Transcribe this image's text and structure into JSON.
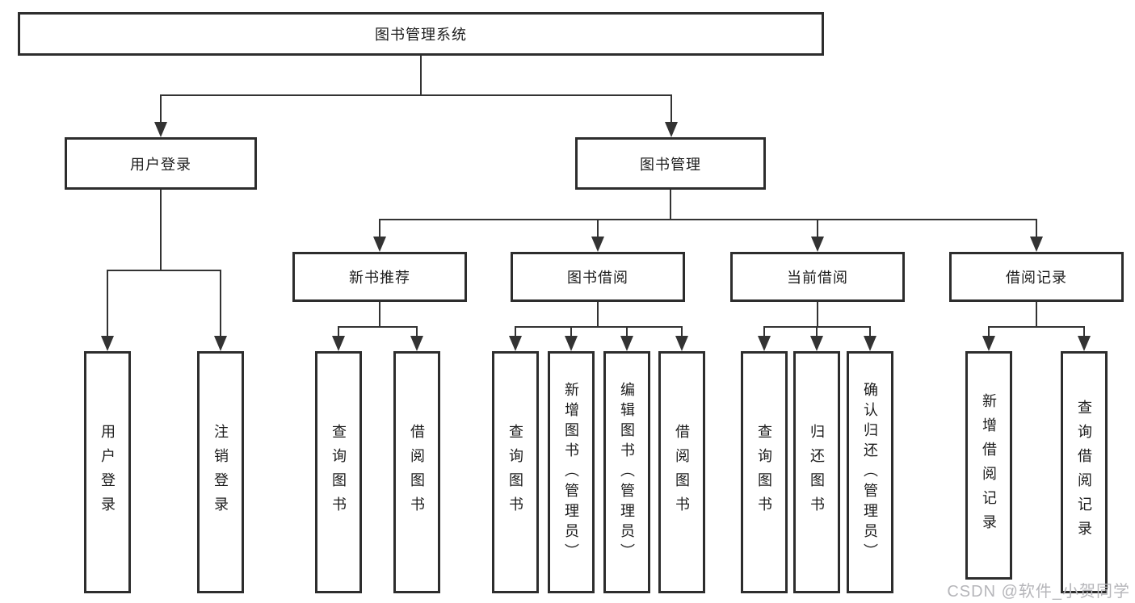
{
  "diagram": {
    "root": {
      "label": "图书管理系统"
    },
    "level2": [
      {
        "label": "用户登录"
      },
      {
        "label": "图书管理"
      }
    ],
    "level3": [
      {
        "label": "新书推荐"
      },
      {
        "label": "图书借阅"
      },
      {
        "label": "当前借阅"
      },
      {
        "label": "借阅记录"
      }
    ],
    "leaves": {
      "user_login": [
        {
          "label": "用户登录"
        },
        {
          "label": "注销登录"
        }
      ],
      "new_books": [
        {
          "label": "查询图书"
        },
        {
          "label": "借阅图书"
        }
      ],
      "book_borrowing": [
        {
          "label": "查询图书"
        },
        {
          "label": "新增图书（管理员）"
        },
        {
          "label": "编辑图书（管理员）"
        },
        {
          "label": "借阅图书"
        }
      ],
      "current_borrowing": [
        {
          "label": "查询图书"
        },
        {
          "label": "归还图书"
        },
        {
          "label": "确认归还（管理员）"
        }
      ],
      "borrowing_records": [
        {
          "label": "新增借阅记录"
        },
        {
          "label": "查询借阅记录"
        }
      ]
    },
    "watermark": "CSDN @软件_小贺同学",
    "colors": {
      "line": "#333333",
      "border": "#2d2d2d",
      "text": "#1c1c1c",
      "watermark": "#b6b6ba",
      "background": "#ffffff"
    }
  }
}
